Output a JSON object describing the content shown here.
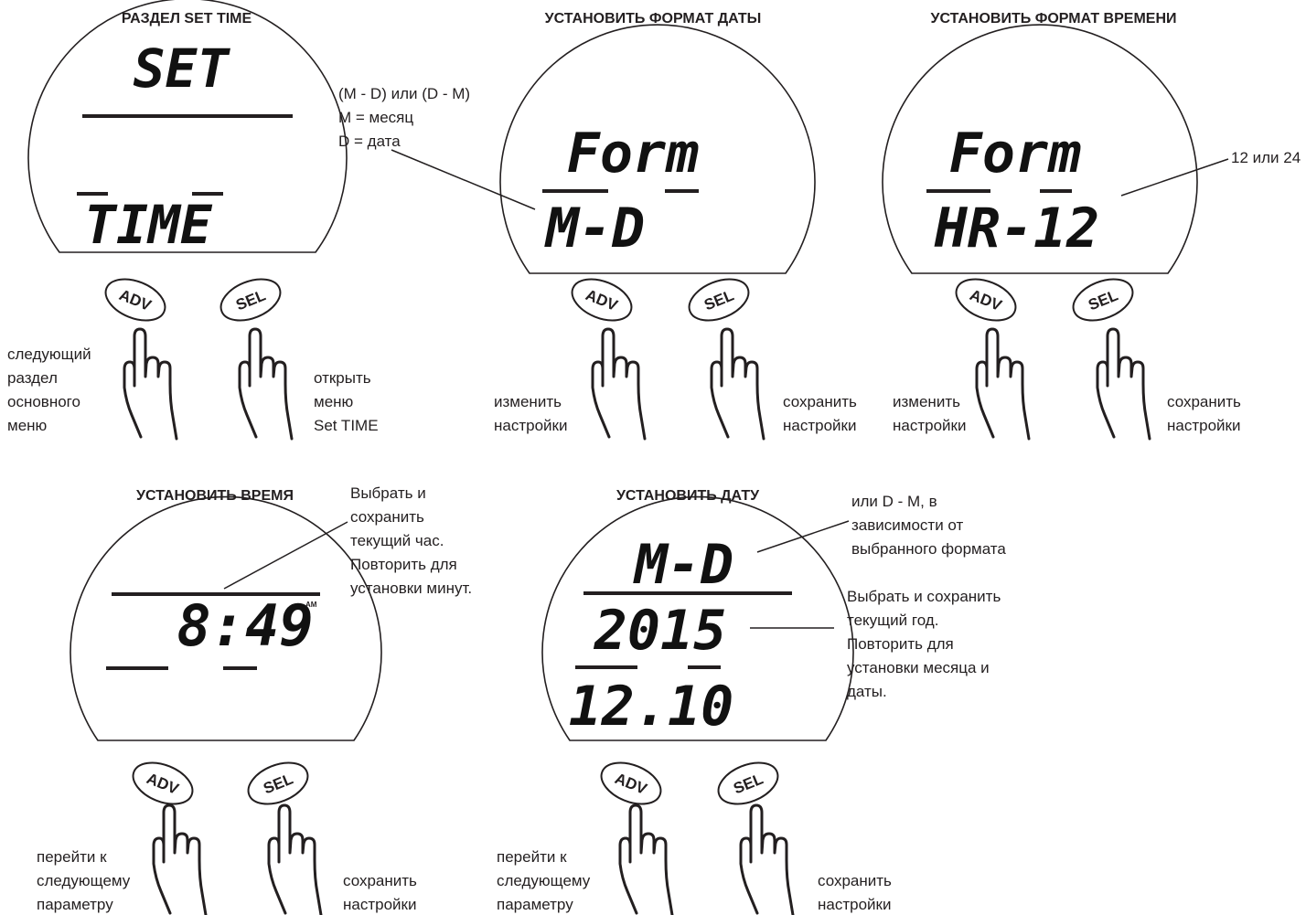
{
  "panels": {
    "set_time": {
      "heading": "РАЗДЕЛ SET TIME",
      "lcd_top": "SET",
      "lcd_bottom": "TIME",
      "left_caption": [
        "следующий",
        "раздел",
        "основного",
        "меню"
      ],
      "right_caption": [
        "открыть",
        "меню",
        "Set TIME"
      ]
    },
    "date_format": {
      "heading": "УСТАНОВИТЬ ФОРМАТ ДАТЫ",
      "lcd_top": "Form",
      "lcd_bottom": "M-D",
      "callout": [
        "(M - D) или (D - M)",
        "M = месяц",
        "D = дата"
      ],
      "left_caption": [
        "изменить",
        "настройки"
      ],
      "right_caption": [
        "сохранить",
        "настройки"
      ]
    },
    "time_format": {
      "heading": "УСТАНОВИТЬ ФОРМАТ ВРЕМЕНИ",
      "lcd_top": "Form",
      "lcd_bottom": "HR-12",
      "callout": [
        "12 или 24"
      ],
      "left_caption": [
        "изменить",
        "настройки"
      ],
      "right_caption": [
        "сохранить",
        "настройки"
      ]
    },
    "set_clock": {
      "heading": "УСТАНОВИТЬ ВРЕМЯ",
      "lcd_time": "8:49",
      "lcd_ampm": "AM",
      "callout": [
        "Выбрать и",
        "сохранить",
        "текущий час.",
        "Повторить для",
        "установки минут."
      ],
      "left_caption": [
        "перейти к",
        "следующему",
        "параметру"
      ],
      "right_caption": [
        "сохранить",
        "настройки"
      ]
    },
    "set_date": {
      "heading": "УСТАНОВИТЬ ДАТУ",
      "lcd_top": "M-D",
      "lcd_year": "2015",
      "lcd_date": "12.10",
      "callout_top": [
        "или D - M, в",
        "зависимости от",
        "выбранного формата"
      ],
      "callout_mid": [
        "Выбрать и сохранить",
        "текущий год.",
        "Повторить для",
        "установки месяца и",
        "даты."
      ],
      "left_caption": [
        "перейти к",
        "следующему",
        "параметру"
      ],
      "right_caption": [
        "сохранить",
        "настройки"
      ]
    }
  },
  "buttons": {
    "adv": "ADV",
    "sel": "SEL"
  }
}
